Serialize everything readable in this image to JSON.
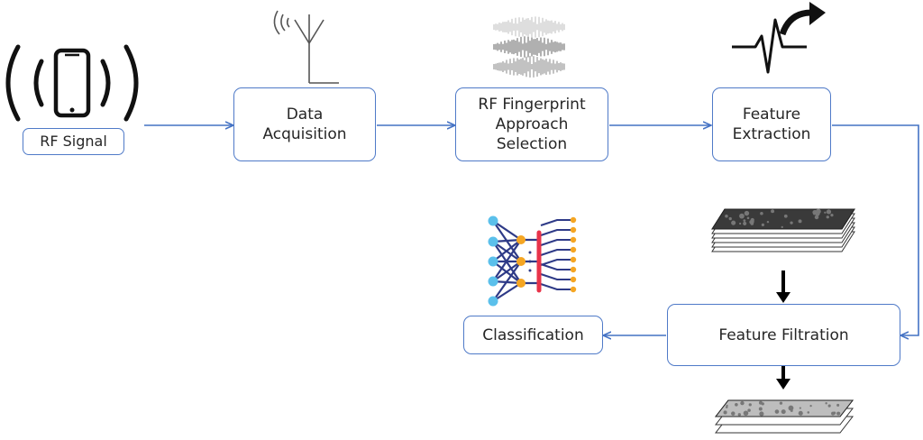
{
  "diagram": {
    "title": "RF fingerprinting pipeline",
    "colors": {
      "box_border": "#4f7ac8",
      "connector": "#4472c4",
      "arrow_black": "#000000",
      "neural_blue": "#5bc0eb",
      "neural_orange": "#f5a623",
      "neural_red": "#e8334a",
      "neural_line": "#2e3a87"
    },
    "nodes": [
      {
        "id": "rf-signal",
        "lines": [
          "RF Signal"
        ],
        "icon": "smartphone-signal-icon"
      },
      {
        "id": "data-acquisition",
        "lines": [
          "Data",
          "Acquisition"
        ],
        "icon": "antenna-icon"
      },
      {
        "id": "rf-fingerprint-approach-selection",
        "lines": [
          "RF Fingerprint",
          "Approach",
          "Selection"
        ],
        "icon": "waveform-icon"
      },
      {
        "id": "feature-extraction",
        "lines": [
          "Feature",
          "Extraction"
        ],
        "icon": "signal-pulse-arrow-icon"
      },
      {
        "id": "feature-filtration",
        "lines": [
          "Feature Filtration"
        ],
        "icon": "feature-map-stack-icon"
      },
      {
        "id": "classification",
        "lines": [
          "Classification"
        ],
        "icon": "neural-network-icon"
      }
    ],
    "edges": [
      {
        "from": "rf-signal",
        "to": "data-acquisition"
      },
      {
        "from": "data-acquisition",
        "to": "rf-fingerprint-approach-selection"
      },
      {
        "from": "rf-fingerprint-approach-selection",
        "to": "feature-extraction"
      },
      {
        "from": "feature-extraction",
        "to": "feature-filtration"
      },
      {
        "from": "feature-filtration",
        "to": "classification"
      }
    ]
  }
}
